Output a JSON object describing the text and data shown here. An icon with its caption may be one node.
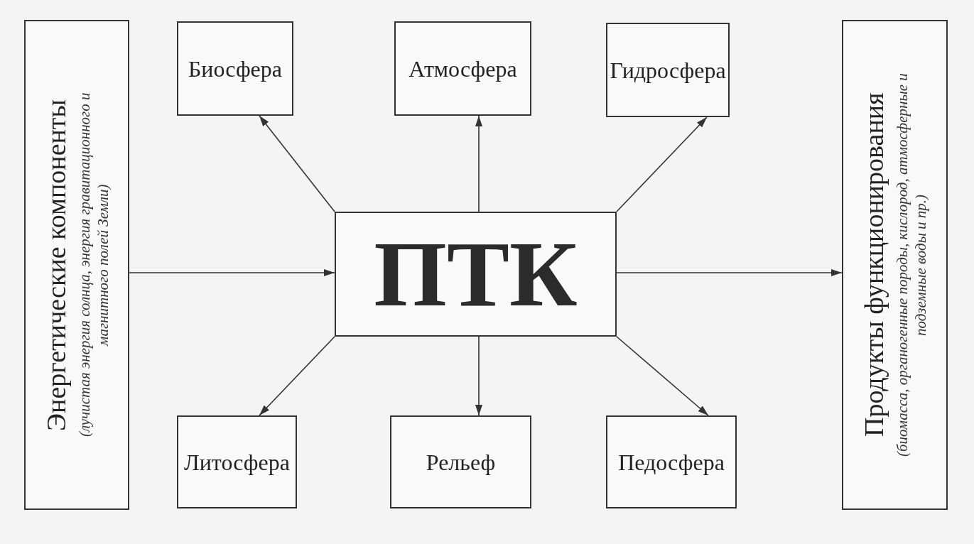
{
  "diagram": {
    "nodes": [
      {
        "text": [
          "Энергетические компоненты",
          "(лучистая энергия солнца, энергия гравитационного и магнитного полей Земли)"
        ]
      },
      {
        "text": [
          "Биосфера"
        ]
      },
      {
        "text": [
          "Атмосфера"
        ]
      },
      {
        "text": [
          "Гидросфера"
        ]
      },
      {
        "text": [
          "ПТК"
        ]
      },
      {
        "text": [
          "Литосфера"
        ]
      },
      {
        "text": [
          "Рельеф"
        ]
      },
      {
        "text": [
          "Педосфера"
        ]
      },
      {
        "text": [
          "Продукты функционирования",
          "(биомасса, органогенные породы, кислород, атмосферные и подземные воды и пр.)"
        ]
      }
    ],
    "edges": [
      {
        "from": 0,
        "to": 4,
        "arrow": "to"
      },
      {
        "from": 4,
        "to": 1,
        "arrow": "to"
      },
      {
        "from": 4,
        "to": 2,
        "arrow": "to"
      },
      {
        "from": 4,
        "to": 3,
        "arrow": "to"
      },
      {
        "from": 4,
        "to": 5,
        "arrow": "to"
      },
      {
        "from": 4,
        "to": 6,
        "arrow": "to"
      },
      {
        "from": 4,
        "to": 7,
        "arrow": "to"
      },
      {
        "from": 4,
        "to": 8,
        "arrow": "to"
      }
    ]
  }
}
